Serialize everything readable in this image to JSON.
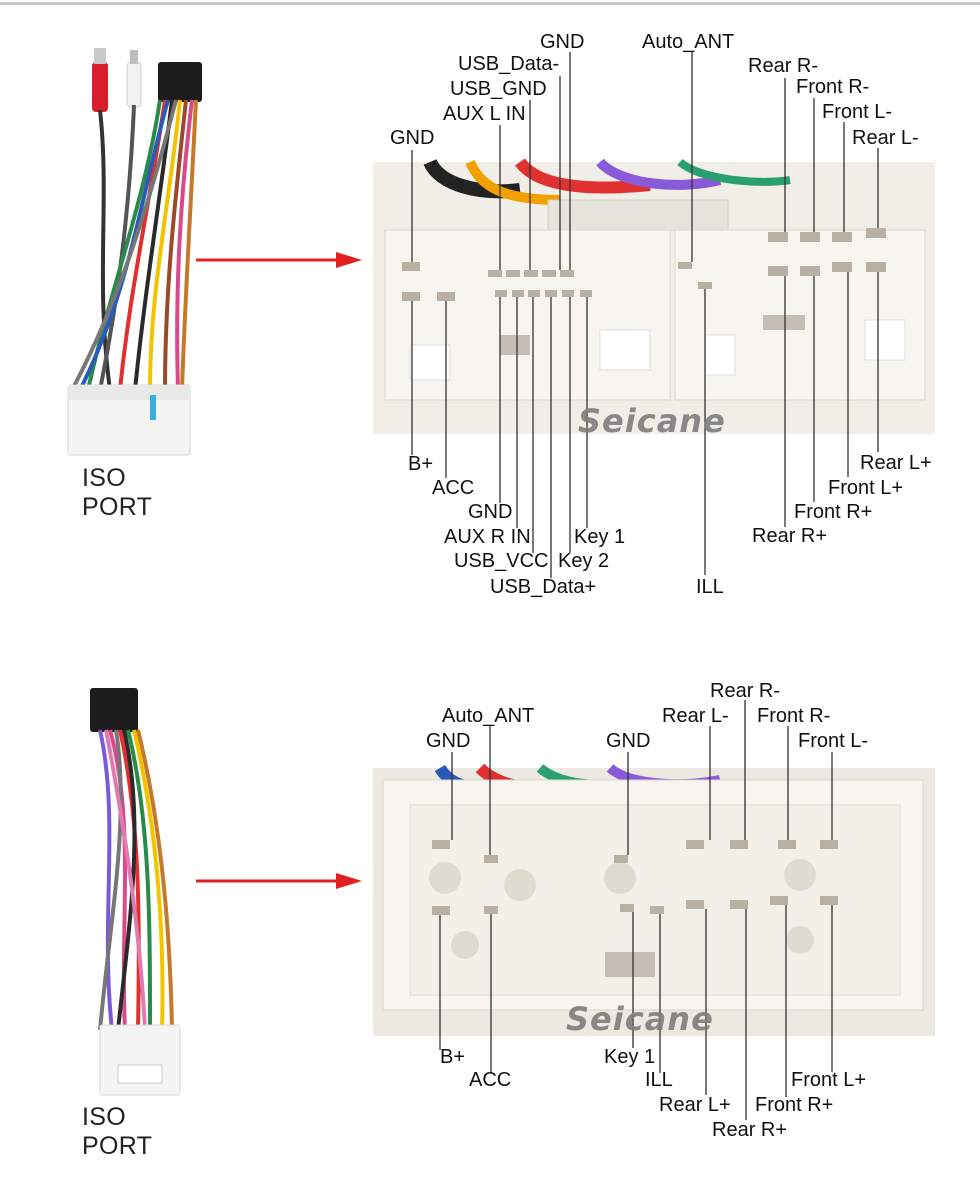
{
  "panels": [
    {
      "iso_label": "ISO PORT",
      "watermark": "Seicane",
      "labels_top": [
        "GND",
        "USB_Data-",
        "USB_GND",
        "AUX L IN",
        "GND",
        "Auto_ANT",
        "Rear R-",
        "Front R-",
        "Front L-",
        "Rear L-"
      ],
      "labels_bottom": [
        "B+",
        "ACC",
        "GND",
        "AUX R IN",
        "USB_VCC",
        "USB_Data+",
        "Key 1",
        "Key 2",
        "ILL",
        "Rear R+",
        "Front R+",
        "Front L+",
        "Rear L+"
      ]
    },
    {
      "iso_label": "ISO PORT",
      "watermark": "Seicane",
      "labels_top": [
        "Auto_ANT",
        "GND",
        "GND",
        "Rear R-",
        "Rear L-",
        "Front R-",
        "Front L-"
      ],
      "labels_bottom": [
        "B+",
        "ACC",
        "Key 1",
        "ILL",
        "Rear L+",
        "Front R+",
        "Rear R+",
        "Front L+"
      ]
    }
  ],
  "colors": {
    "arrow": "#e02020",
    "connector": "#f1eee8",
    "pin": "#b8b0a2",
    "line": "#333333",
    "watermark": "#7d7d7d"
  }
}
